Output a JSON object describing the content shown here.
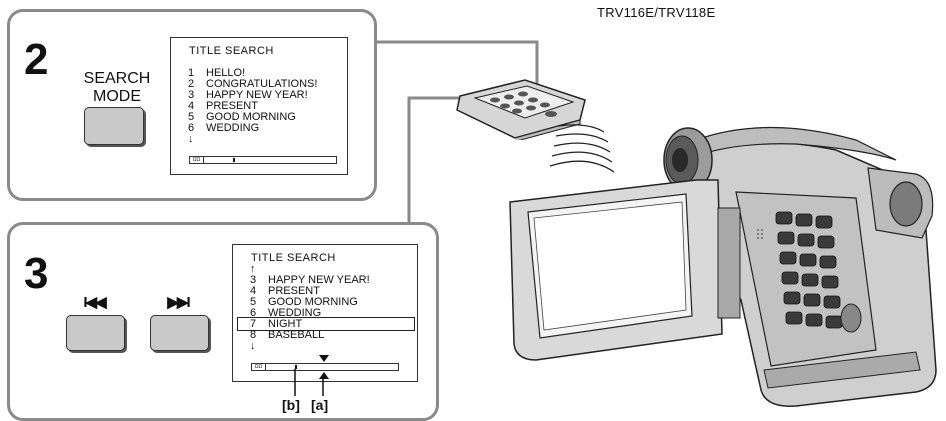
{
  "header": {
    "model": "TRV116E/TRV118E"
  },
  "step2": {
    "number": "2",
    "button_label_line1": "SEARCH",
    "button_label_line2": "MODE",
    "screen": {
      "title": "TITLE SEARCH",
      "items": [
        {
          "n": "1",
          "text": "HELLO!"
        },
        {
          "n": "2",
          "text": "CONGRATULATIONS!"
        },
        {
          "n": "3",
          "text": "HAPPY NEW YEAR!"
        },
        {
          "n": "4",
          "text": "PRESENT"
        },
        {
          "n": "5",
          "text": "GOOD MORNING"
        },
        {
          "n": "6",
          "text": "WEDDING"
        }
      ],
      "more_arrow": "↓",
      "tape_icon": "ΩΩ"
    }
  },
  "step3": {
    "number": "3",
    "rewind_symbol": "I◀◀",
    "forward_symbol": "▶▶I",
    "screen": {
      "title": "TITLE SEARCH",
      "up_arrow": "↑",
      "items": [
        {
          "n": "3",
          "text": "HAPPY NEW YEAR!"
        },
        {
          "n": "4",
          "text": "PRESENT"
        },
        {
          "n": "5",
          "text": "GOOD MORNING"
        },
        {
          "n": "6",
          "text": "WEDDING"
        },
        {
          "n": "7",
          "text": "NIGHT",
          "selected": true
        },
        {
          "n": "8",
          "text": "BASEBALL"
        }
      ],
      "more_arrow": "↓",
      "tape_icon": "ΩΩ"
    },
    "label_b": "[b]",
    "label_a": "[a]"
  }
}
